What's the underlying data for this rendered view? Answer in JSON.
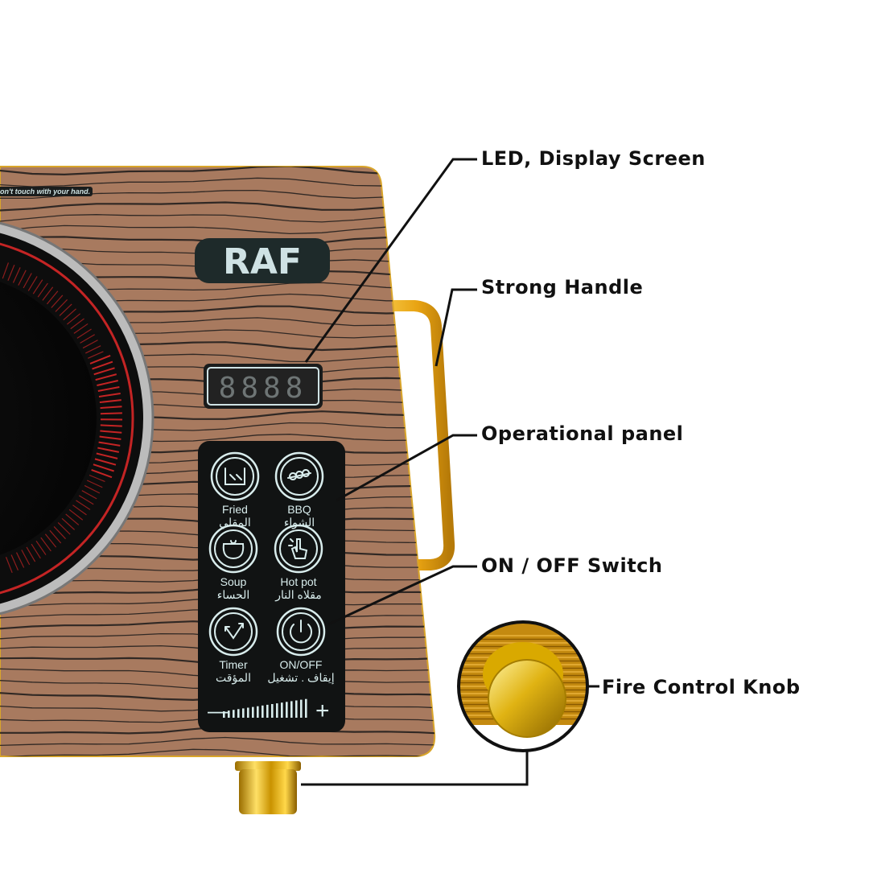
{
  "product": {
    "brand": "RAF",
    "warning_text": "on't touch with your hand.",
    "display": {
      "digits": "8888"
    },
    "panel": {
      "buttons": [
        {
          "id": "fried",
          "label_en": "Fried",
          "label_ar": "المقلي",
          "icon": "fried-icon"
        },
        {
          "id": "bbq",
          "label_en": "BBQ",
          "label_ar": "الشواء",
          "icon": "bbq-skewer-icon"
        },
        {
          "id": "soup",
          "label_en": "Soup",
          "label_ar": "الحساء",
          "icon": "soup-pot-icon"
        },
        {
          "id": "hotpot",
          "label_en": "Hot pot",
          "label_ar": "مقلاه النار",
          "icon": "touch-hand-icon"
        },
        {
          "id": "timer",
          "label_en": "Timer",
          "label_ar": "المؤقت",
          "icon": "timer-clock-icon"
        },
        {
          "id": "onoff",
          "label_en": "ON/OFF",
          "label_ar": "إيقاف . تشغيل",
          "icon": "power-icon"
        }
      ],
      "slider": {
        "minus": "—",
        "plus": "+"
      }
    }
  },
  "callouts": [
    {
      "id": "led",
      "label": "LED, Display Screen"
    },
    {
      "id": "handle",
      "label": "Strong Handle"
    },
    {
      "id": "panel",
      "label": "Operational panel"
    },
    {
      "id": "switch",
      "label": "ON / OFF Switch"
    },
    {
      "id": "knob",
      "label": "Fire Control Knob"
    }
  ],
  "colors": {
    "wood": "#a87a5f",
    "grain": "#1b1a1a",
    "panel": "#111313",
    "panel_text": "#d8ecec",
    "gold": "#e3a51c",
    "burner_red": "#c42424"
  }
}
